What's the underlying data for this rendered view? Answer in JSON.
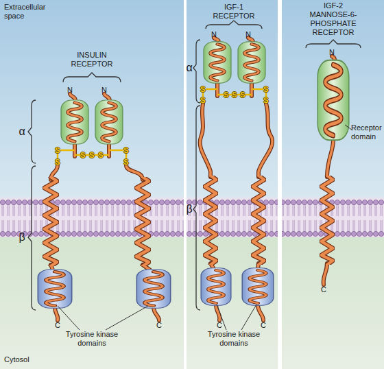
{
  "diagram": {
    "nodes": [
      {
        "text": [
          "INSULIN RECEPTOR"
        ]
      },
      {
        "text": [
          "IGF-1 RECEPTOR"
        ]
      },
      {
        "text": [
          "IGF-2 MANNOSE-6-PHOSPHATE RECEPTOR"
        ]
      }
    ],
    "labels": [
      "Extracellular space",
      "Cytosol",
      "N",
      "N",
      "α",
      "S",
      "S",
      "S",
      "S",
      "S",
      "S",
      "S",
      "β",
      "C",
      "C",
      "Tyrosine kinase domains",
      "N",
      "N",
      "α",
      "S",
      "S",
      "S",
      "S",
      "S",
      "S",
      "S",
      "β",
      "C",
      "C",
      "Tyrosine kinase domains",
      "N",
      "Receptor domain",
      "C"
    ]
  }
}
